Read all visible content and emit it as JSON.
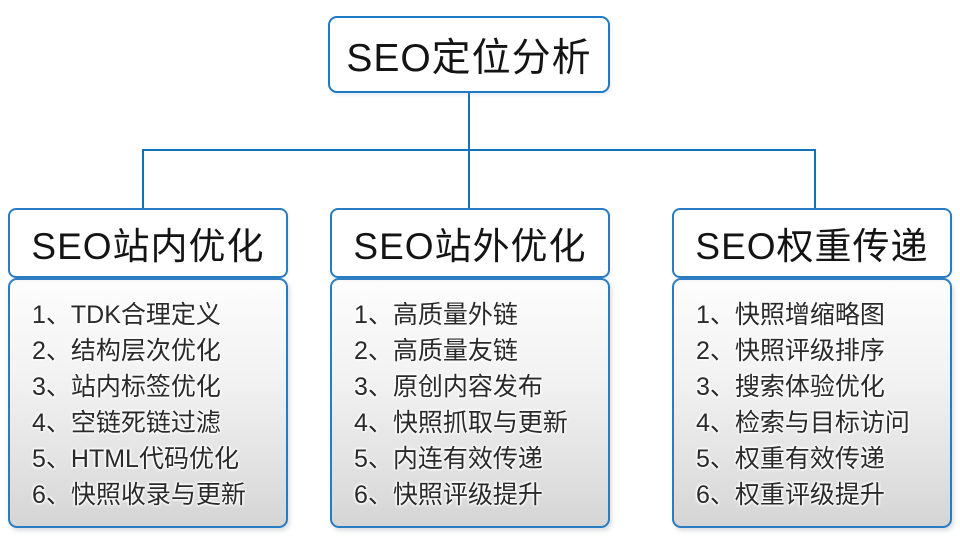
{
  "diagram": {
    "root": {
      "title": "SEO定位分析"
    },
    "branches": [
      {
        "title": "SEO站内优化",
        "items": [
          "1、TDK合理定义",
          "2、结构层次优化",
          "3、站内标签优化",
          "4、空链死链过滤",
          "5、HTML代码优化",
          "6、快照收录与更新"
        ]
      },
      {
        "title": "SEO站外优化",
        "items": [
          "1、高质量外链",
          "2、高质量友链",
          "3、原创内容发布",
          "4、快照抓取与更新",
          "5、内连有效传递",
          "6、快照评级提升"
        ]
      },
      {
        "title": "SEO权重传递",
        "items": [
          "1、快照增缩略图",
          "2、快照评级排序",
          "3、搜索体验优化",
          "4、检索与目标访问",
          "5、权重有效传递",
          "6、权重评级提升"
        ]
      }
    ],
    "colors": {
      "connector_line": "#1072bd",
      "box_border": "#2a7cc2",
      "panel_gradient_top": "#fdfdfd",
      "panel_gradient_bottom": "#d5d5d5",
      "title_text": "#141414",
      "item_text": "#2a2a2a"
    }
  }
}
